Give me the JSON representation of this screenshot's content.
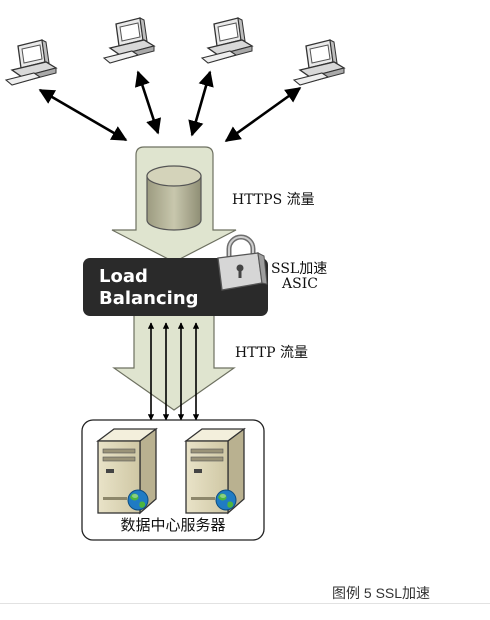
{
  "diagram": {
    "https_label": "HTTPS 流量",
    "http_label": "HTTP 流量",
    "lb_line1": "Load",
    "lb_line2": "Balancing",
    "ssl_line1": "SSL加速",
    "ssl_line2": "ASIC",
    "datacenter_label": "数据中心服务器",
    "caption": "图例 5 SSL加速"
  },
  "icons": {
    "client": "desktop-computer-icon",
    "database": "database-cylinder-icon",
    "lock": "padlock-icon",
    "server": "server-tower-icon",
    "globe": "globe-icon"
  },
  "colors": {
    "funnel_fill": "#dfe4cf",
    "lb_box": "#2a2a2a",
    "cylinder": "#b9b89e",
    "globe": "#1f7bc4"
  }
}
